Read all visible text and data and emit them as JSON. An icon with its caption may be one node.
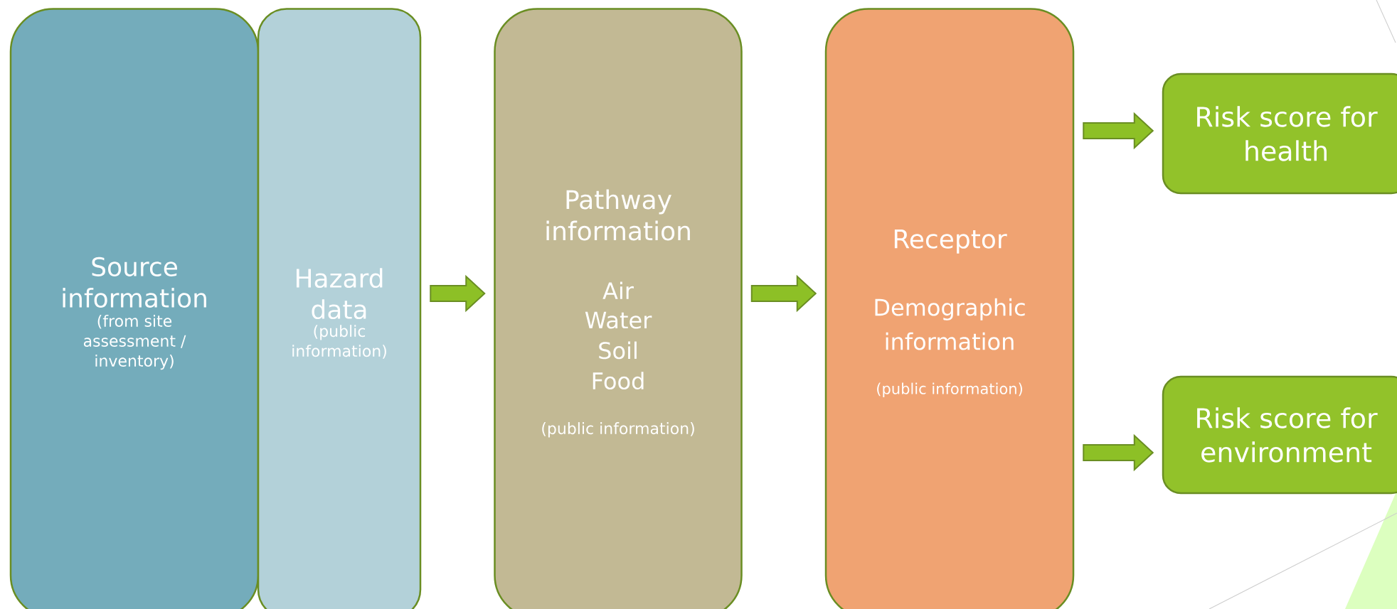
{
  "diagram": {
    "nodes": [
      {
        "text": [
          "Source information",
          "(from site assessment / inventory)"
        ]
      },
      {
        "text": [
          "Hazard data",
          "(public information)"
        ]
      },
      {
        "text": [
          "Pathway information",
          "Air",
          "Water",
          "Soil",
          "Food",
          "(public information)"
        ]
      },
      {
        "text": [
          "Receptor",
          "Demographic information",
          "(public information)"
        ]
      },
      {
        "text": [
          "Risk score for health"
        ]
      },
      {
        "text": [
          "Risk score for environment"
        ]
      }
    ],
    "edges": [
      {
        "from": 1,
        "to": 2,
        "arrow": "to"
      },
      {
        "from": 2,
        "to": 3,
        "arrow": "to"
      },
      {
        "from": 3,
        "to": 4,
        "arrow": "to"
      },
      {
        "from": 3,
        "to": 5,
        "arrow": "to"
      }
    ]
  }
}
